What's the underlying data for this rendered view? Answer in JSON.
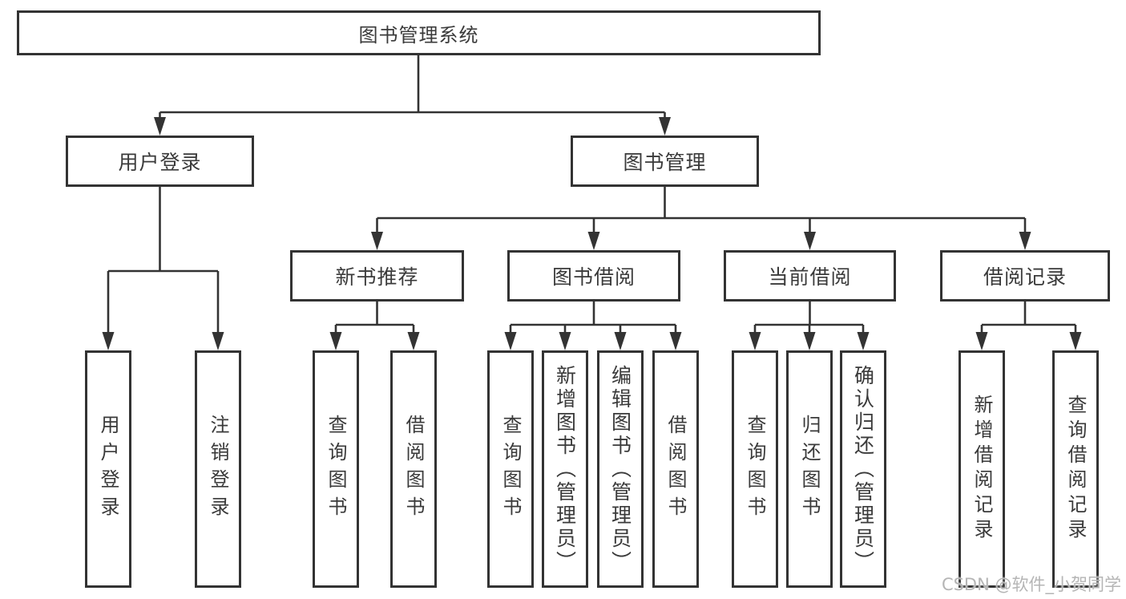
{
  "tree": {
    "root": {
      "label": "图书管理系统"
    },
    "level2": [
      {
        "label": "用户登录"
      },
      {
        "label": "图书管理"
      }
    ],
    "level3": [
      {
        "label": "新书推荐"
      },
      {
        "label": "图书借阅"
      },
      {
        "label": "当前借阅"
      },
      {
        "label": "借阅记录"
      }
    ],
    "level4": {
      "user_login": [
        {
          "label": "用户登录"
        },
        {
          "label": "注销登录"
        }
      ],
      "new_book": [
        {
          "label": "查询图书"
        },
        {
          "label": "借阅图书"
        }
      ],
      "book_borrow": [
        {
          "label": "查询图书"
        },
        {
          "label": "新增图书（管理员）"
        },
        {
          "label": "编辑图书（管理员）"
        },
        {
          "label": "借阅图书"
        }
      ],
      "current_borrow": [
        {
          "label": "查询图书"
        },
        {
          "label": "归还图书"
        },
        {
          "label": "确认归还（管理员）"
        }
      ],
      "borrow_record": [
        {
          "label": "新增借阅记录"
        },
        {
          "label": "查询借阅记录"
        }
      ]
    }
  },
  "watermark": "CSDN @软件_小贺同学",
  "colors": {
    "line": "#333333",
    "text": "#3a3a3a",
    "watermark": "#b5b5b5",
    "background": "#ffffff"
  }
}
